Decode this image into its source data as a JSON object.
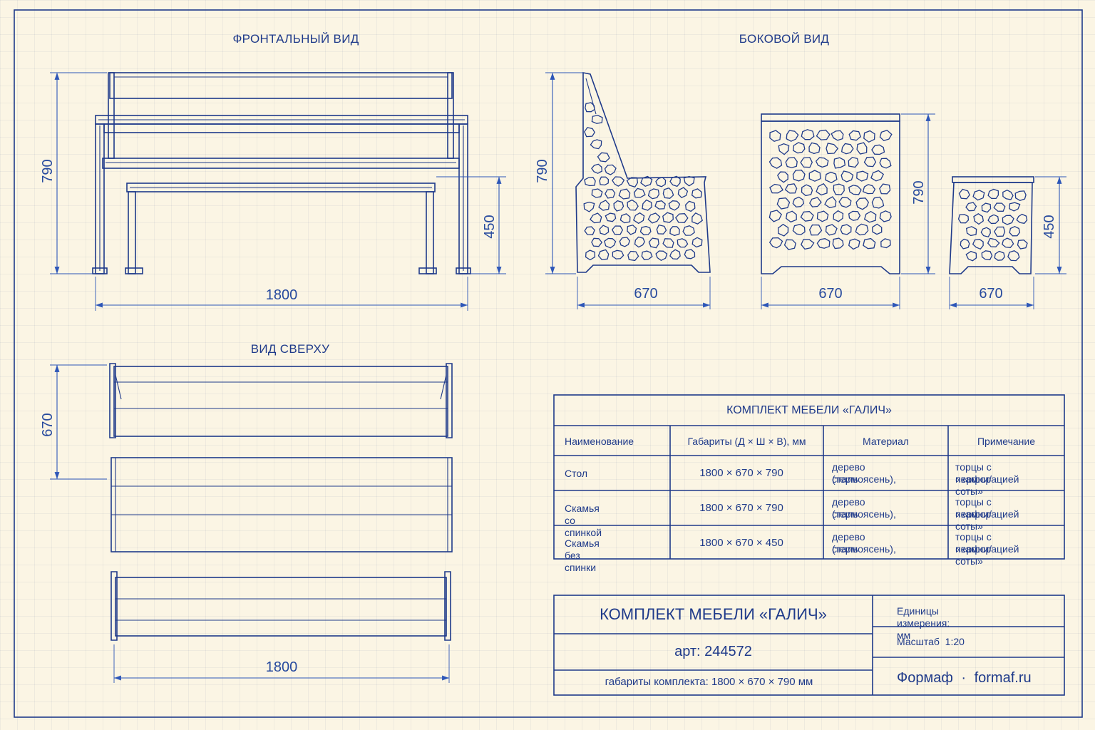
{
  "views": {
    "front_title": "ФРОНТАЛЬНЫЙ ВИД",
    "side_title": "БОКОВОЙ ВИД",
    "top_title": "ВИД СВЕРХУ"
  },
  "dimensions": {
    "front_height": "790",
    "front_bench_height": "450",
    "front_length": "1800",
    "side_chair_height": "790",
    "side_chair_depth": "670",
    "side_table_height": "790",
    "side_table_depth": "670",
    "side_bench_height": "450",
    "side_bench_depth": "670",
    "top_depth": "670",
    "top_length": "1800"
  },
  "spec_table": {
    "title": "КОМПЛЕКТ МЕБЕЛИ «ГАЛИЧ»",
    "headers": [
      "Наименование",
      "Габариты (Д × Ш × В), мм",
      "Материал",
      "Примечание"
    ],
    "rows": [
      {
        "name": "Стол",
        "size": "1800 × 670 × 790",
        "material_1": "дерево (термоясень),",
        "material_2": "сталь",
        "note_1": "торцы с перфорацией",
        "note_2": "«камни/соты»"
      },
      {
        "name": "Скамья со спинкой",
        "size": "1800 × 670 × 790",
        "material_1": "дерево (термоясень),",
        "material_2": "сталь",
        "note_1": "торцы с перфорацией",
        "note_2": "«камни/соты»"
      },
      {
        "name": "Скамья без спинки",
        "size": "1800 × 670 × 450",
        "material_1": "дерево (термоясень),",
        "material_2": "сталь",
        "note_1": "торцы с перфорацией",
        "note_2": "«камни/соты»"
      }
    ]
  },
  "title_block": {
    "title": "КОМПЛЕКТ МЕБЕЛИ «ГАЛИЧ»",
    "article": "арт: 244572",
    "overall": "габариты комплекта: 1800 × 670 × 790 мм",
    "units": "Единицы измерения: мм",
    "scale": "Масштаб  1:20",
    "brand": "Формаф",
    "separator": "·",
    "site": "formaf.ru"
  },
  "colors": {
    "paper": "#fbf5e4",
    "ink": "#1f3a8a",
    "dimension": "#2d56b8"
  }
}
